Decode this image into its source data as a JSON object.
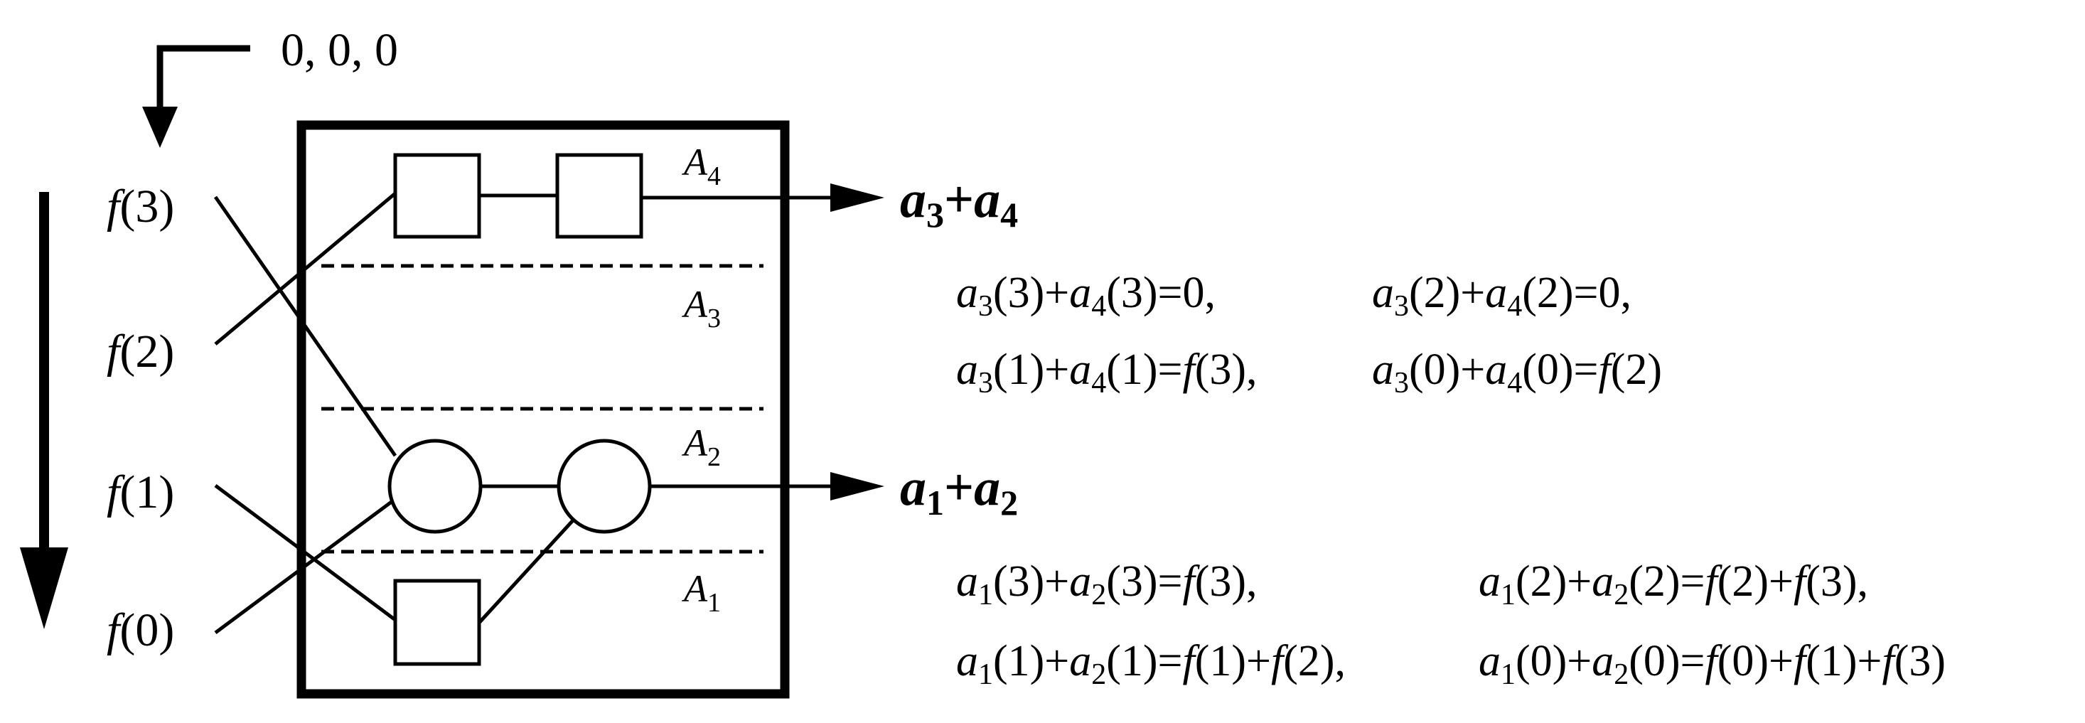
{
  "init": {
    "value": "0, 0, 0"
  },
  "inputs": [
    {
      "fn": "f",
      "arg": "(3)"
    },
    {
      "fn": "f",
      "arg": "(2)"
    },
    {
      "fn": "f",
      "arg": "(1)"
    },
    {
      "fn": "f",
      "arg": "(0)"
    }
  ],
  "regions": [
    {
      "letter": "A",
      "sub": "4"
    },
    {
      "letter": "A",
      "sub": "3"
    },
    {
      "letter": "A",
      "sub": "2"
    },
    {
      "letter": "A",
      "sub": "1"
    }
  ],
  "outputs": {
    "upper": {
      "a": "a",
      "s1": "3",
      "plus": "+",
      "b": "a",
      "s2": "4"
    },
    "lower": {
      "a": "a",
      "s1": "1",
      "plus": "+",
      "b": "a",
      "s2": "2"
    }
  },
  "equations_upper": {
    "e1": {
      "v1": "a",
      "s1": "3",
      "t1": "(3)+",
      "v2": "a",
      "s2": "4",
      "t2": "(3)=0,"
    },
    "e2": {
      "v1": "a",
      "s1": "3",
      "t1": "(2)+",
      "v2": "a",
      "s2": "4",
      "t2": "(2)=0,"
    },
    "e3": {
      "v1": "a",
      "s1": "3",
      "t1": "(1)+",
      "v2": "a",
      "s2": "4",
      "t2": "(1)=",
      "f1": "f",
      "t3": "(3),"
    },
    "e4": {
      "v1": "a",
      "s1": "3",
      "t1": "(0)+",
      "v2": "a",
      "s2": "4",
      "t2": "(0)=",
      "f1": "f",
      "t3": "(2)"
    }
  },
  "equations_lower": {
    "e1": {
      "v1": "a",
      "s1": "1",
      "t1": "(3)+",
      "v2": "a",
      "s2": "2",
      "t2": "(3)=",
      "f1": "f",
      "t3": "(3),"
    },
    "e2": {
      "v1": "a",
      "s1": "1",
      "t1": "(2)+",
      "v2": "a",
      "s2": "2",
      "t2": "(2)=",
      "f1": "f",
      "t3": "(2)+",
      "f2": "f",
      "t4": "(3),"
    },
    "e3": {
      "v1": "a",
      "s1": "1",
      "t1": "(1)+",
      "v2": "a",
      "s2": "2",
      "t2": "(1)=",
      "f1": "f",
      "t3": "(1)+",
      "f2": "f",
      "t4": "(2),"
    },
    "e4": {
      "v1": "a",
      "s1": "1",
      "t1": "(0)+",
      "v2": "a",
      "s2": "2",
      "t2": "(0)=",
      "f1": "f",
      "t3": "(0)+",
      "f2": "f",
      "t4": "(1)+",
      "f3": "f",
      "t5": "(3)"
    }
  }
}
